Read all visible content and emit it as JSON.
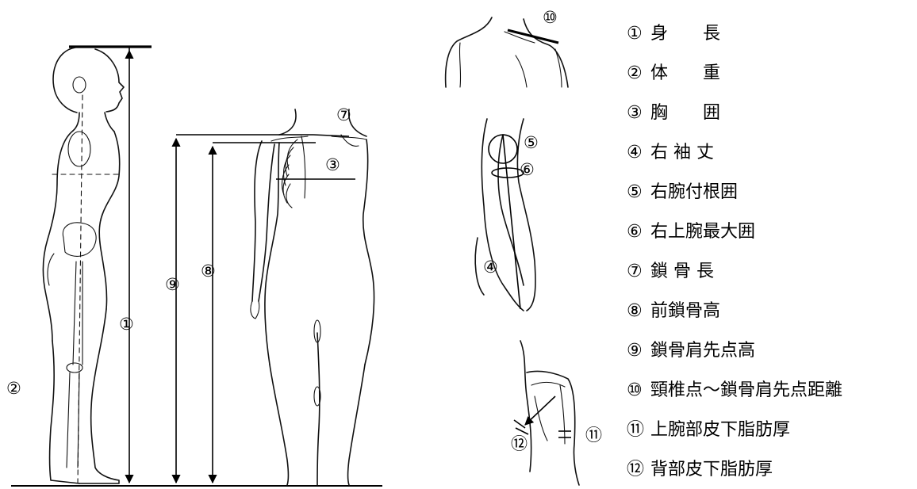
{
  "diagram": {
    "numbers": {
      "n1": "①",
      "n2": "②",
      "n3": "③",
      "n4": "④",
      "n5": "⑤",
      "n6": "⑥",
      "n7": "⑦",
      "n8": "⑧",
      "n9": "⑨",
      "n10": "⑩",
      "n11": "⑪",
      "n12": "⑫"
    }
  },
  "legend": [
    {
      "marker": "①",
      "label": "身　　長"
    },
    {
      "marker": "②",
      "label": "体　　重"
    },
    {
      "marker": "③",
      "label": "胸　　囲"
    },
    {
      "marker": "④",
      "label": "右 袖 丈"
    },
    {
      "marker": "⑤",
      "label": "右腕付根囲"
    },
    {
      "marker": "⑥",
      "label": "右上腕最大囲"
    },
    {
      "marker": "⑦",
      "label": "鎖 骨 長"
    },
    {
      "marker": "⑧",
      "label": "前鎖骨高"
    },
    {
      "marker": "⑨",
      "label": "鎖骨肩先点高"
    },
    {
      "marker": "⑩",
      "label": "頸椎点～鎖骨肩先点距離"
    },
    {
      "marker": "⑪",
      "label": "上腕部皮下脂肪厚"
    },
    {
      "marker": "⑫",
      "label": "背部皮下脂肪厚"
    }
  ]
}
